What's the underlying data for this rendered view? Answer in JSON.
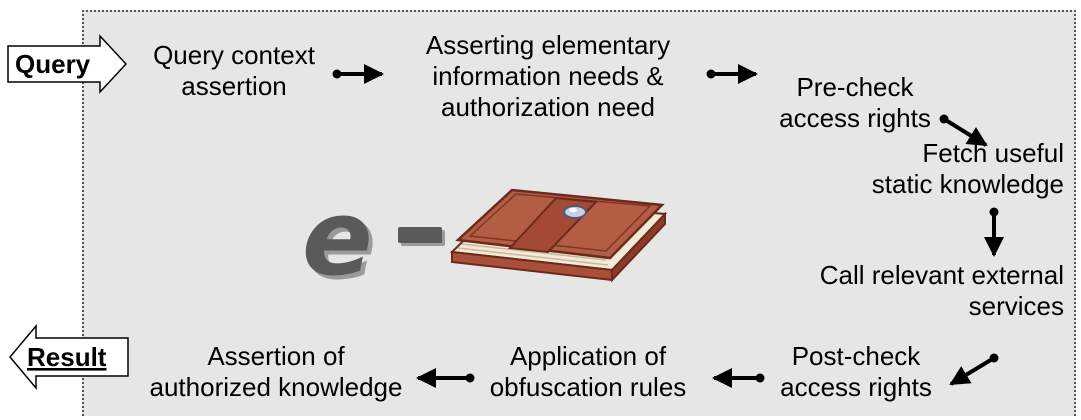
{
  "io": {
    "query_label": "Query",
    "result_label": "Result"
  },
  "steps": {
    "query_context": [
      "Query context",
      "assertion"
    ],
    "asserting_needs": [
      "Asserting elementary",
      "information needs &",
      "authorization need"
    ],
    "precheck": [
      "Pre-check",
      "access rights"
    ],
    "fetch": [
      "Fetch useful",
      "static knowledge"
    ],
    "call_services": [
      "Call relevant external",
      "services"
    ],
    "postcheck": [
      "Post-check",
      "access rights"
    ],
    "obfuscation": [
      "Application of",
      "obfuscation rules"
    ],
    "assertion_auth": [
      "Assertion of",
      "authorized knowledge"
    ]
  },
  "logo": {
    "letter": "e"
  },
  "colors": {
    "panel_bg": "#e6e6e6",
    "wallet_body": "#a9503a",
    "wallet_edge": "#6b2a1c",
    "wallet_pages": "#f3e9d8",
    "logo_gray": "#5a5a5a"
  }
}
